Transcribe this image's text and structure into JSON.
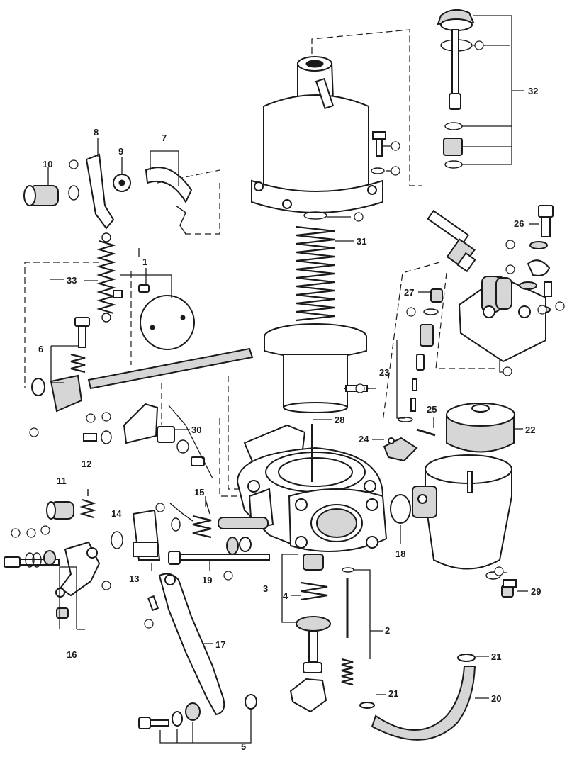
{
  "diagram": {
    "callouts": {
      "c1": "1",
      "c2": "2",
      "c3": "3",
      "c4": "4",
      "c5": "5",
      "c6": "6",
      "c7": "7",
      "c8": "8",
      "c9": "9",
      "c10": "10",
      "c11": "11",
      "c12": "12",
      "c13": "13",
      "c14": "14",
      "c15": "15",
      "c16": "16",
      "c17": "17",
      "c18": "18",
      "c19": "19",
      "c20": "20",
      "c21a": "21",
      "c21b": "21",
      "c22": "22",
      "c23": "23",
      "c24": "24",
      "c25": "25",
      "c26": "26",
      "c27": "27",
      "c28": "28",
      "c29": "29",
      "c30": "30",
      "c31": "31",
      "c32": "32",
      "c33": "33"
    }
  }
}
